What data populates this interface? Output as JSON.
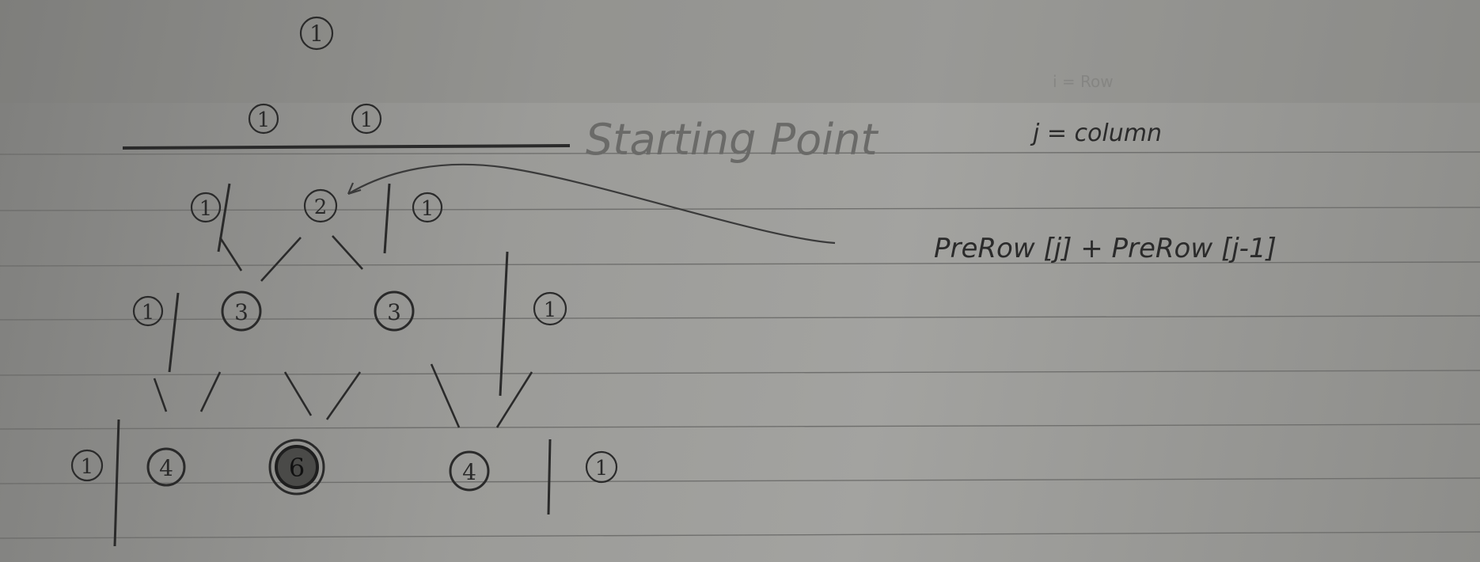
{
  "notes": {
    "starting_point_label": "Starting Point",
    "j_definition": "j = column",
    "i_definition_faint": "i = Row",
    "formula": "PreRow [j] + PreRow [j-1]"
  },
  "triangle": {
    "rows": [
      [
        "1"
      ],
      [
        "1",
        "1"
      ],
      [
        "1",
        "2",
        "1"
      ],
      [
        "1",
        "3",
        "3",
        "1"
      ],
      [
        "1",
        "4",
        "6",
        "4",
        "1"
      ]
    ]
  }
}
